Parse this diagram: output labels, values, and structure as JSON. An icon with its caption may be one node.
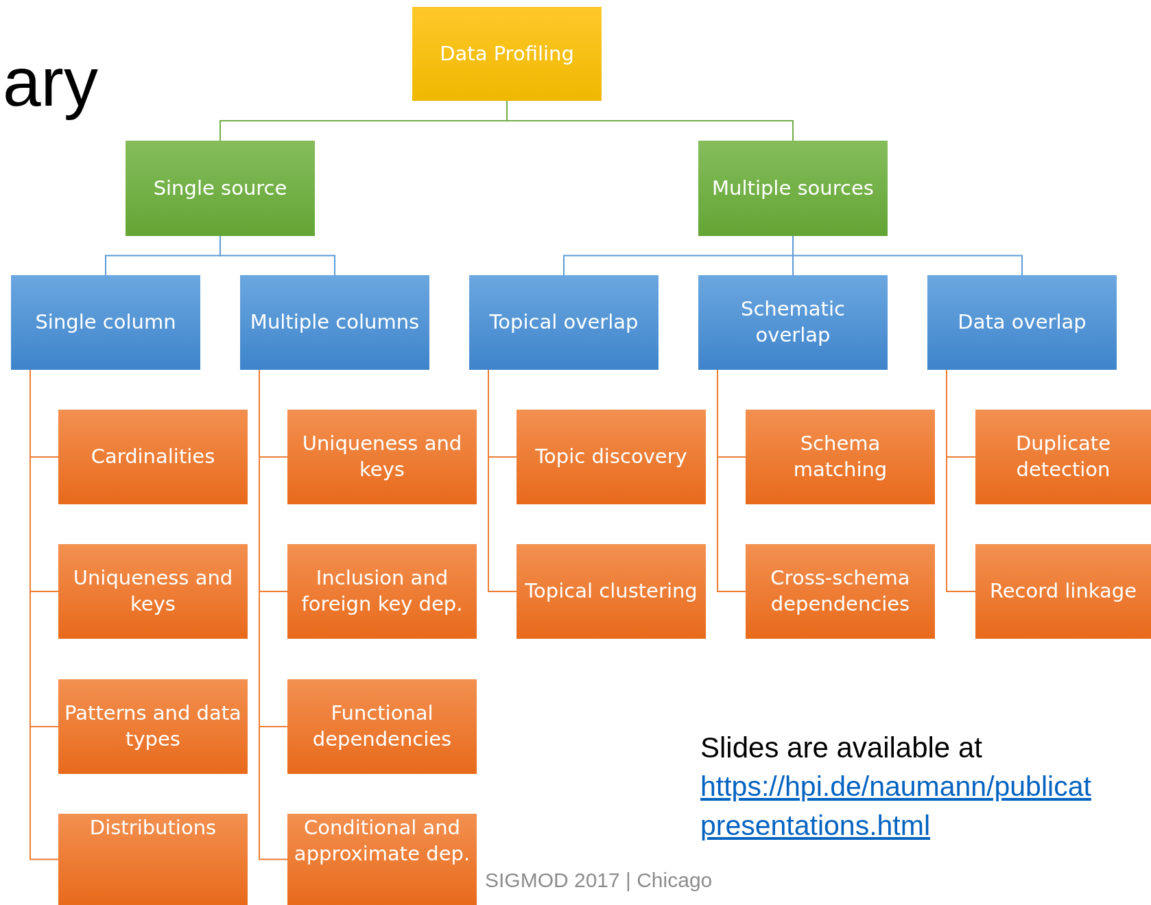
{
  "diagram": {
    "nodes": [
      {
        "text": [
          "Data Profiling"
        ]
      },
      {
        "text": [
          "Single source"
        ]
      },
      {
        "text": [
          "Multiple sources"
        ]
      },
      {
        "text": [
          "Single column"
        ]
      },
      {
        "text": [
          "Multiple columns"
        ]
      },
      {
        "text": [
          "Topical overlap"
        ]
      },
      {
        "text": [
          "Schematic overlap"
        ]
      },
      {
        "text": [
          "Data overlap"
        ]
      },
      {
        "text": [
          "Cardinalities"
        ]
      },
      {
        "text": [
          "Uniqueness and keys"
        ]
      },
      {
        "text": [
          "Topic discovery"
        ]
      },
      {
        "text": [
          "Schema matching"
        ]
      },
      {
        "text": [
          "Duplicate detection"
        ]
      },
      {
        "text": [
          "Uniqueness and keys"
        ]
      },
      {
        "text": [
          "Inclusion and foreign key dep."
        ]
      },
      {
        "text": [
          "Topical clustering"
        ]
      },
      {
        "text": [
          "Cross-schema dependencies"
        ]
      },
      {
        "text": [
          "Record linkage"
        ]
      },
      {
        "text": [
          "Patterns and data types"
        ]
      },
      {
        "text": [
          "Functional dependencies"
        ]
      },
      {
        "text": [
          "Distributions"
        ]
      },
      {
        "text": [
          "Conditional and approximate dep."
        ]
      }
    ],
    "edges": [
      {
        "from": 0,
        "to": 1,
        "arrow": "none",
        "color": "#70ad47"
      },
      {
        "from": 0,
        "to": 2,
        "arrow": "none",
        "color": "#70ad47"
      },
      {
        "from": 1,
        "to": 3,
        "arrow": "none",
        "color": "#5b9bd5"
      },
      {
        "from": 1,
        "to": 4,
        "arrow": "none",
        "color": "#5b9bd5"
      },
      {
        "from": 2,
        "to": 5,
        "arrow": "none",
        "color": "#5b9bd5"
      },
      {
        "from": 2,
        "to": 6,
        "arrow": "none",
        "color": "#5b9bd5"
      },
      {
        "from": 2,
        "to": 7,
        "arrow": "none",
        "color": "#5b9bd5"
      },
      {
        "from": 3,
        "to": 8,
        "arrow": "none"
      },
      {
        "from": 3,
        "to": 9,
        "arrow": "none"
      },
      {
        "from": 3,
        "to": 18,
        "arrow": "none"
      },
      {
        "from": 3,
        "to": 20,
        "arrow": "none"
      },
      {
        "from": 4,
        "to": 13,
        "arrow": "none"
      },
      {
        "from": 4,
        "to": 14,
        "arrow": "none"
      },
      {
        "from": 4,
        "to": 19,
        "arrow": "none"
      },
      {
        "from": 4,
        "to": 21,
        "arrow": "none"
      },
      {
        "from": 5,
        "to": 10,
        "arrow": "none"
      },
      {
        "from": 5,
        "to": 15,
        "arrow": "none"
      },
      {
        "from": 6,
        "to": 11,
        "arrow": "none"
      },
      {
        "from": 6,
        "to": 16,
        "arrow": "none"
      },
      {
        "from": 7,
        "to": 12,
        "arrow": "none"
      },
      {
        "from": 7,
        "to": 17,
        "arrow": "none"
      }
    ],
    "labels": [
      "ary",
      "Slides are available at",
      "https://hpi.de/naumann/publicat",
      "presentations.html",
      "SIGMOD 2017 | Chicago"
    ]
  }
}
